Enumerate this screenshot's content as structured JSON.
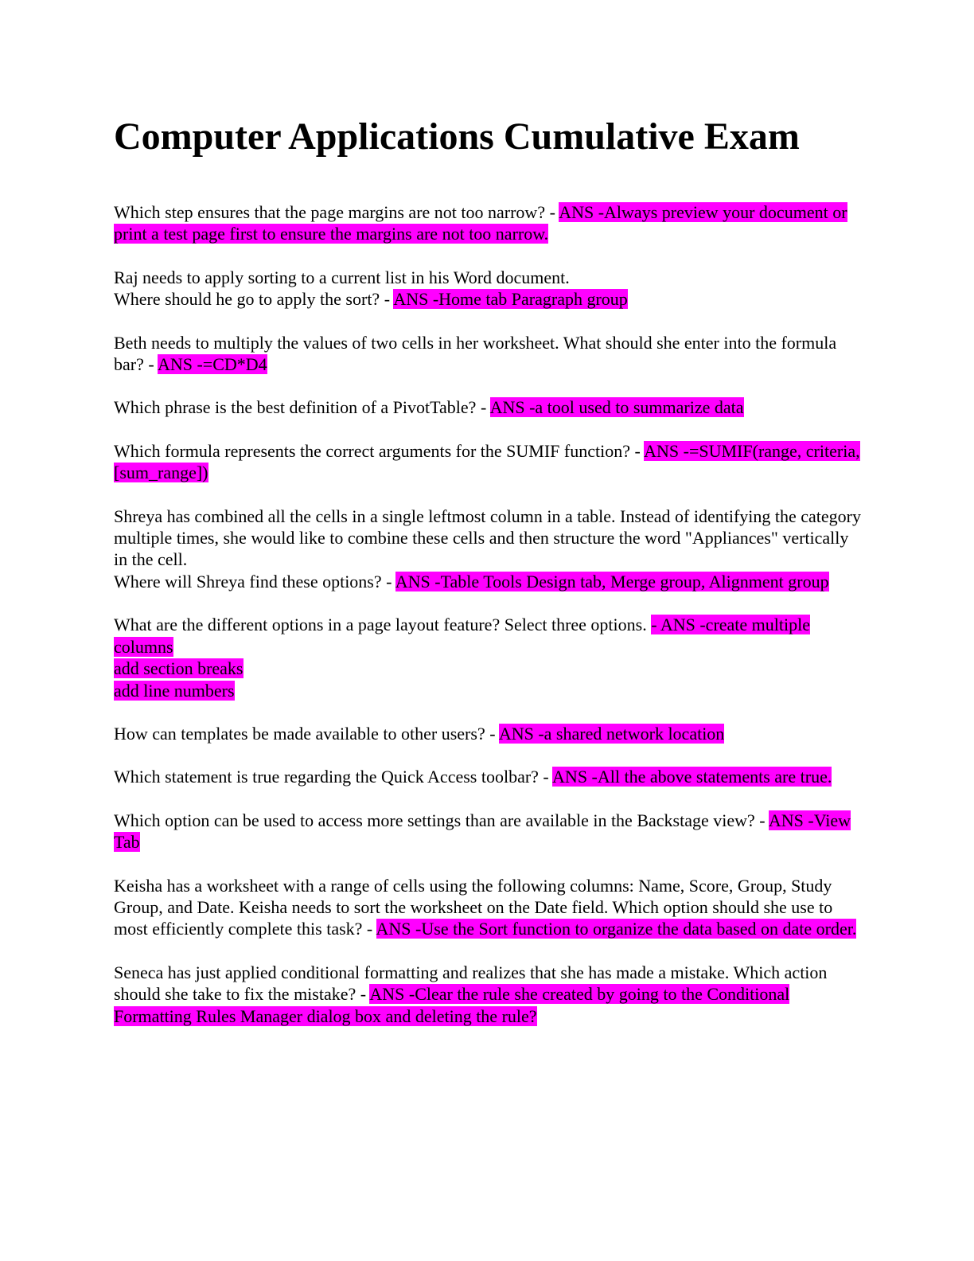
{
  "title": "Computer Applications Cumulative Exam",
  "highlight_color": "#ff00ff",
  "items": [
    {
      "question": "Which step ensures that the page margins are not too narrow? - ",
      "answer": "ANS -Always preview your document or print a test page first to ensure the margins are not too narrow."
    },
    {
      "question_line1": "Raj needs to apply sorting to a current list in his Word document.",
      "question": "Where should he go to apply the sort? - ",
      "answer": "ANS -Home tab Paragraph group"
    },
    {
      "question": "Beth needs to multiply the values of two cells in her worksheet. What should she enter into the formula bar? - ",
      "answer": "ANS -=CD*D4"
    },
    {
      "question": "Which phrase is the best definition of a PivotTable? - ",
      "answer": "ANS -a tool used to summarize data"
    },
    {
      "question": "Which formula represents the correct arguments for the SUMIF function? - ",
      "answer": "ANS -=SUMIF(range, criteria, [sum_range])"
    },
    {
      "question_line1": "Shreya has combined all the cells in a single leftmost column in a table. Instead of identifying the category multiple times, she would like to combine these cells and then structure the word \"Appliances\" vertically in the cell.",
      "question": "Where will Shreya find these options? - ",
      "answer": "ANS -Table Tools Design tab, Merge group, Alignment group"
    },
    {
      "question": "What are the different options in a page layout feature? Select three options. ",
      "answer_lines": [
        "- ANS -create multiple columns",
        "add section breaks",
        "add line numbers"
      ]
    },
    {
      "question": "How can templates be made available to other users? - ",
      "answer": "ANS -a shared network location"
    },
    {
      "question": "Which statement is true regarding the Quick Access toolbar? - ",
      "answer": "ANS -All the above statements are true."
    },
    {
      "question": "Which option can be used to access more settings than are available in the Backstage view? - ",
      "answer": "ANS -View Tab"
    },
    {
      "question": "Keisha has a worksheet with a range of cells using the following columns: Name, Score, Group, Study Group, and Date. Keisha needs to sort the worksheet on the Date field. Which option should she use to most efficiently complete this task? - ",
      "answer": "ANS -Use the Sort function to organize the data based on date order."
    },
    {
      "question": "Seneca has just applied conditional formatting and realizes that she has made a mistake. Which action should she take to fix the mistake? - ",
      "answer": "ANS -Clear the rule she created by going to the Conditional Formatting Rules Manager dialog box and deleting the rule?"
    }
  ]
}
